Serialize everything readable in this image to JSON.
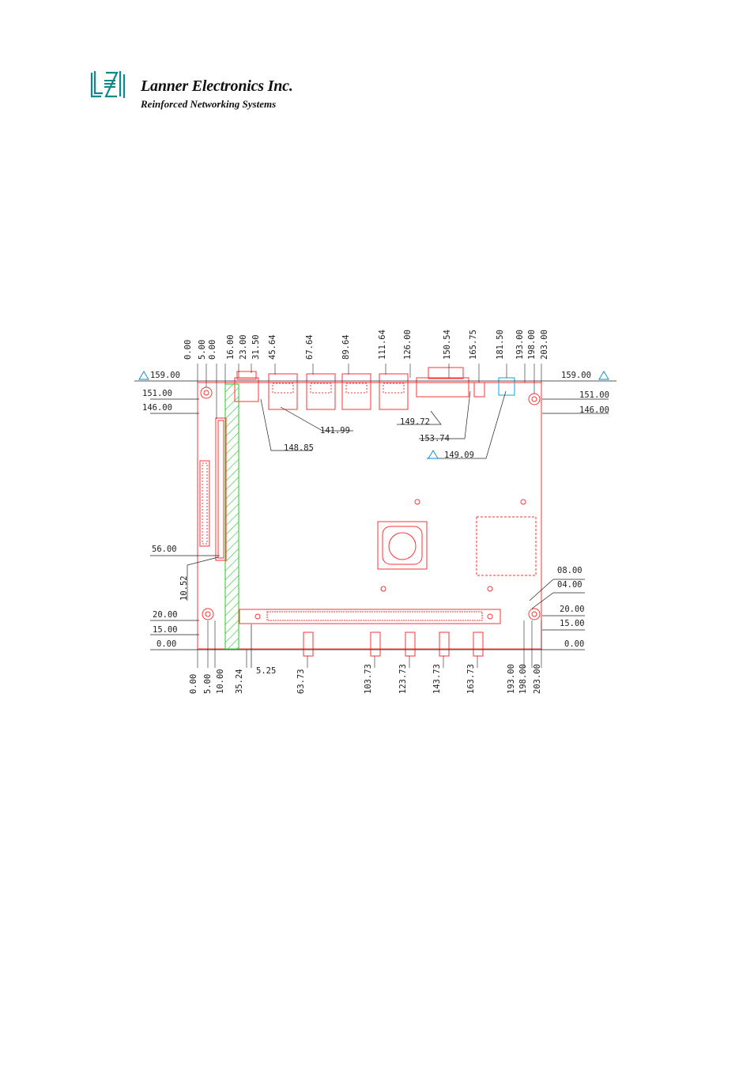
{
  "header": {
    "logo_mark": "LEI",
    "company": "Lanner Electronics Inc.",
    "tagline": "Reinforced Networking Systems"
  },
  "diagram": {
    "top_dims": [
      "0.00",
      "5.00",
      "0.00",
      "16.00",
      "23.00",
      "31.50",
      "45.64",
      "67.64",
      "89.64",
      "111.64",
      "126.00",
      "150.54",
      "165.75",
      "181.50",
      "193.00",
      "198.00",
      "203.00"
    ],
    "bottom_dims": [
      "0.00",
      "5.00",
      "10.00",
      "35.24",
      "5.25",
      "63.73",
      "103.73",
      "123.73",
      "143.73",
      "163.73",
      "193.00",
      "198.00",
      "203.00"
    ],
    "left_dims": [
      "159.00",
      "151.00",
      "146.00",
      "56.00",
      "10.52",
      "20.00",
      "15.00",
      "0.00"
    ],
    "right_dims": [
      "159.00",
      "151.00",
      "146.00",
      "08.00",
      "04.00",
      "20.00",
      "15.00",
      "0.00"
    ],
    "callouts": [
      "148.85",
      "141.99",
      "149.72",
      "153.74",
      "149.09"
    ],
    "colors": {
      "outline": "#ff3333",
      "hatch": "#22cc22",
      "connector": "#00aadd",
      "text": "#222222"
    }
  }
}
